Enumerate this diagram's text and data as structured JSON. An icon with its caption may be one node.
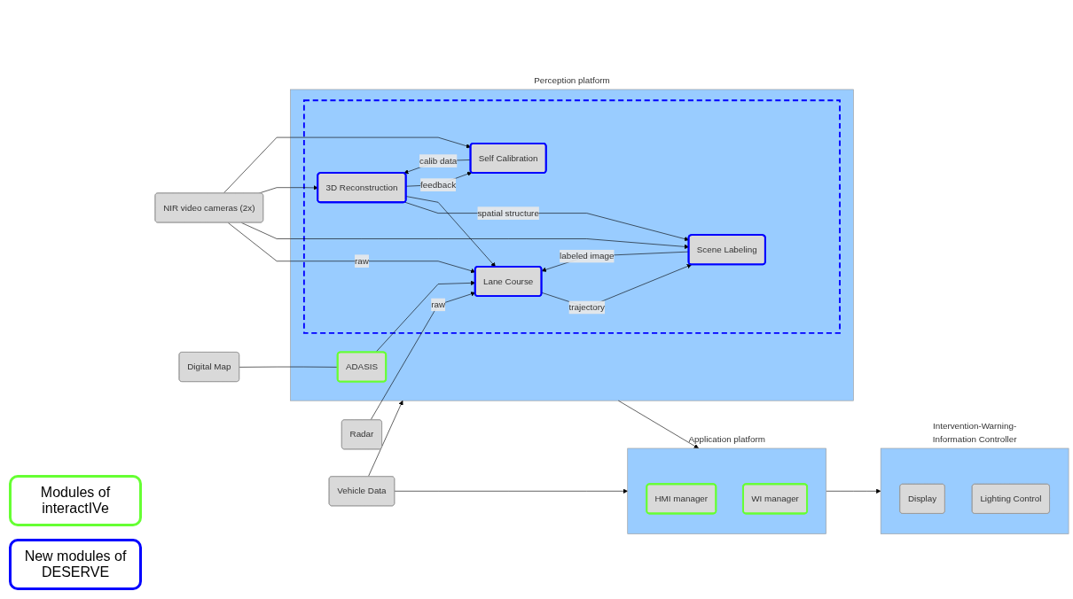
{
  "diagram": {
    "nodes": [
      {
        "text": [
          "Perception platform"
        ]
      },
      {
        "text": [
          "ADASIS"
        ],
        "in": 0
      },
      {
        "text": [],
        "shape": "box",
        "in": 0
      },
      {
        "text": [
          "Lane Course"
        ],
        "in": 2
      },
      {
        "text": [
          "Scene Labeling"
        ],
        "in": 2
      },
      {
        "text": [
          "3D Reconstruction"
        ],
        "in": 2
      },
      {
        "text": [
          "Self Calibration"
        ],
        "in": 2
      },
      {
        "text": [
          "Application platform"
        ]
      },
      {
        "text": [
          "HMI manager"
        ],
        "in": 7
      },
      {
        "text": [
          "WI manager"
        ],
        "in": 7
      },
      {
        "text": [
          "Intervention-Warning-Information Controller"
        ]
      },
      {
        "text": [
          "Display"
        ],
        "in": 10
      },
      {
        "text": [
          "Lighting Control"
        ],
        "in": 10
      },
      {
        "text": [
          "Digital Map"
        ]
      },
      {
        "text": [
          "Radar"
        ]
      },
      {
        "text": [
          "NIR video cameras (2x)"
        ]
      },
      {
        "text": [
          "Vehicle Data"
        ]
      }
    ],
    "edges": [
      {
        "from": 13,
        "to": 1,
        "arrow": "none"
      },
      {
        "from": 1,
        "to": 3,
        "arrow": "to"
      },
      {
        "from": 14,
        "to": 3,
        "label": "raw",
        "arrow": "to"
      },
      {
        "from": 15,
        "to": 3,
        "label": "raw",
        "arrow": "to"
      },
      {
        "from": 15,
        "to": 4,
        "arrow": "to"
      },
      {
        "from": 15,
        "to": 5,
        "arrow": "to"
      },
      {
        "from": 15,
        "to": 6,
        "arrow": "to"
      },
      {
        "from": 3,
        "to": 4,
        "label": "trajectory",
        "arrow": "to"
      },
      {
        "from": 4,
        "to": 3,
        "label": "labeled image",
        "arrow": "to"
      },
      {
        "from": 5,
        "to": 4,
        "label": "spatial structure",
        "arrow": "to"
      },
      {
        "from": 5,
        "to": 3,
        "arrow": "to"
      },
      {
        "from": 6,
        "to": 5,
        "label": "calib data",
        "arrow": "to"
      },
      {
        "from": 5,
        "to": 6,
        "label": "feedback",
        "arrow": "to"
      },
      {
        "from": 16,
        "to": 0,
        "arrow": "to"
      },
      {
        "from": 16,
        "to": 7,
        "arrow": "to"
      },
      {
        "from": 0,
        "to": 7,
        "arrow": "to"
      },
      {
        "from": 7,
        "to": 10,
        "arrow": "to"
      }
    ],
    "legend": [
      {
        "text": "Modules of interactIVe"
      },
      {
        "text": "New modules of DESERVE"
      }
    ]
  }
}
